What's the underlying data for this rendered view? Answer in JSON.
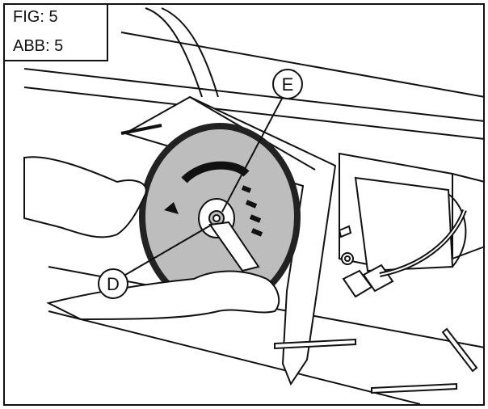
{
  "figure_labels": {
    "fig": "FIG: 5",
    "abb": "ABB: 5"
  },
  "callouts": {
    "d": "D",
    "e": "E"
  },
  "colors": {
    "line": "#111111",
    "blade_fill": "#bdbdbd",
    "paper": "#ffffff"
  }
}
